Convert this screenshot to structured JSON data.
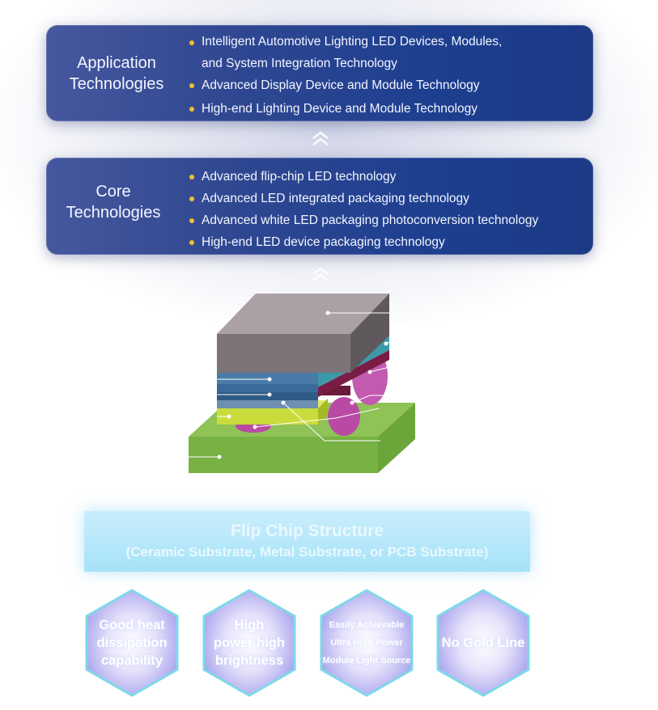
{
  "application": {
    "title_line1": "Application",
    "title_line2": "Technologies",
    "items": [
      "Intelligent Automotive Lighting LED Devices, Modules,",
      "and System Integration Technology",
      "Advanced Display Device and Module Technology",
      "High-end Lighting Device and Module Technology"
    ]
  },
  "core": {
    "title_line1": "Core",
    "title_line2": "Technologies",
    "items": [
      "Advanced flip-chip LED technology",
      "Advanced LED integrated packaging technology",
      "Advanced white LED packaging photoconversion technology",
      "High-end LED device packaging technology"
    ]
  },
  "structure": {
    "title": "Flip Chip Structure",
    "subtitle": "(Ceramic Substrate, Metal Substrate, or PCB Substrate)"
  },
  "features": [
    {
      "line1": "Good heat",
      "line2": "dissipation",
      "line3": "capability"
    },
    {
      "line1": "High",
      "line2": "power high",
      "line3": "brightness"
    },
    {
      "line1": "Easily Achievable",
      "line2": "Ultra High-Power",
      "line3": "Module Light Source"
    },
    {
      "line1": "No Gold Line"
    }
  ],
  "colors": {
    "panel": "#2f4791",
    "bullet": "#f2c12e",
    "substrate": "#78b244",
    "phosphor": "#7c7478",
    "solder": "#b84aa4",
    "banner": "#b4e6fa"
  }
}
